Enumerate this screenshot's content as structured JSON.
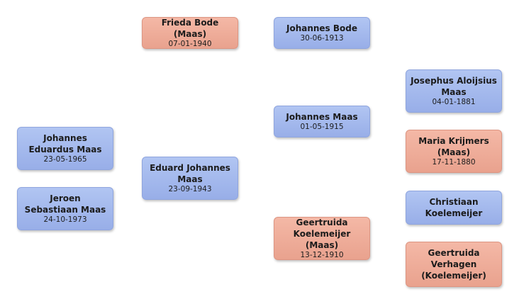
{
  "people": {
    "frieda": {
      "name": "Frieda Bode (Maas)",
      "date": "07-01-1940"
    },
    "johannes_bode": {
      "name": "Johannes Bode",
      "date": "30-06-1913"
    },
    "josephus": {
      "name": "Josephus Aloijsius Maas",
      "date": "04-01-1881"
    },
    "johannes_maas": {
      "name": "Johannes Maas",
      "date": "01-05-1915"
    },
    "maria": {
      "name": "Maria Krijmers (Maas)",
      "date": "17-11-1880"
    },
    "johannes_eduardus": {
      "name": "Johannes Eduardus Maas",
      "date": "23-05-1965"
    },
    "eduard": {
      "name": "Eduard Johannes Maas",
      "date": "23-09-1943"
    },
    "jeroen": {
      "name": "Jeroen Sebastiaan Maas",
      "date": "24-10-1973"
    },
    "christiaan": {
      "name": "Christiaan Koelemeijer"
    },
    "geertruida_koelemeijer": {
      "name": "Geertruida Koelemeijer (Maas)",
      "date": "13-12-1910"
    },
    "geertruida_verhagen": {
      "name": "Geertruida Verhagen (Koelemeijer)"
    }
  }
}
